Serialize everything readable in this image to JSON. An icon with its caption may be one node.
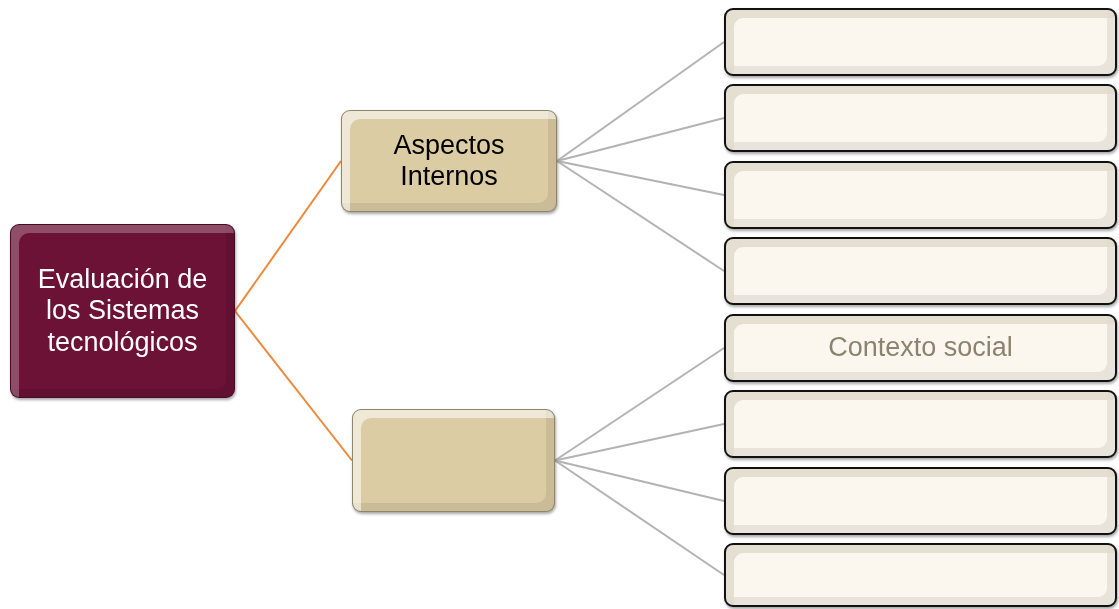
{
  "diagram": {
    "nodes": [
      {
        "text": [
          "Evaluación de los Sistemas tecnológicos"
        ]
      },
      {
        "text": [
          "Aspectos Internos"
        ]
      },
      {
        "text": [],
        "shape": "box"
      },
      {
        "text": [],
        "shape": "box"
      },
      {
        "text": [],
        "shape": "box"
      },
      {
        "text": [],
        "shape": "box"
      },
      {
        "text": [],
        "shape": "box"
      },
      {
        "text": [
          "Contexto social"
        ]
      },
      {
        "text": [],
        "shape": "box"
      },
      {
        "text": [],
        "shape": "box"
      },
      {
        "text": [],
        "shape": "box"
      }
    ],
    "edges": [
      {
        "from": 0,
        "to": 1,
        "arrow": "none",
        "color": "#f0883a"
      },
      {
        "from": 0,
        "to": 2,
        "arrow": "none",
        "color": "#f0883a"
      },
      {
        "from": 1,
        "to": 3,
        "arrow": "none"
      },
      {
        "from": 1,
        "to": 4,
        "arrow": "none"
      },
      {
        "from": 1,
        "to": 5,
        "arrow": "none"
      },
      {
        "from": 1,
        "to": 6,
        "arrow": "none"
      },
      {
        "from": 2,
        "to": 7,
        "arrow": "none"
      },
      {
        "from": 2,
        "to": 8,
        "arrow": "none"
      },
      {
        "from": 2,
        "to": 9,
        "arrow": "none"
      },
      {
        "from": 2,
        "to": 10,
        "arrow": "none"
      }
    ]
  }
}
